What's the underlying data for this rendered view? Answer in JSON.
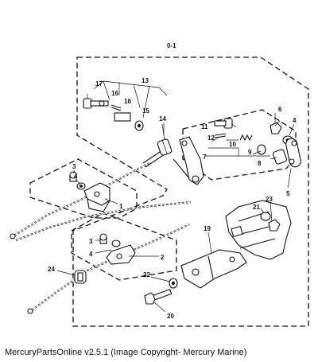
{
  "caption": "MercuryPartsOnline v2.5.1 (Image Copyright- Mercury Marine)",
  "callouts": {
    "c_01": "0-1",
    "c1": "1",
    "c2": "2",
    "c3a": "3",
    "c3b": "3",
    "c4a": "4",
    "c4b": "4",
    "c4c": "4",
    "c5": "5",
    "c6": "6",
    "c7": "7",
    "c8": "8",
    "c9": "9",
    "c10": "10",
    "c11": "11",
    "c12": "12",
    "c13": "13",
    "c14": "14",
    "c15": "15",
    "c16a": "16",
    "c16b": "16",
    "c17": "17",
    "c19": "19",
    "c20": "20",
    "c21": "21",
    "c22": "22",
    "c23": "23",
    "c24": "24"
  }
}
